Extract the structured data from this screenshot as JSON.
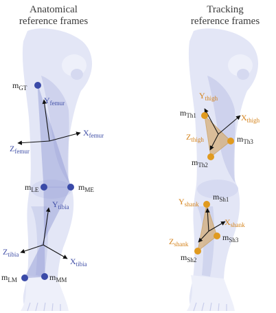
{
  "panels": {
    "left_title_line1": "Anatomical",
    "left_title_line2": "reference frames",
    "right_title_line1": "Tracking",
    "right_title_line2": "reference frames"
  },
  "colors": {
    "leg_fill": "#e3e6f6",
    "leg_shadow": "#c8cdeb",
    "anat_marker": "#3a4aa8",
    "anat_text": "#3f4ea6",
    "anat_tri_fill": "#8f97d4",
    "track_marker": "#e09a1f",
    "track_text": "#d4821a",
    "track_tri_fill": "#d7b07a",
    "axis": "#111111"
  },
  "anatomical": {
    "markers": [
      {
        "name": "m",
        "sub": "GT"
      },
      {
        "name": "m",
        "sub": "LE"
      },
      {
        "name": "m",
        "sub": "ME"
      },
      {
        "name": "m",
        "sub": "LM"
      },
      {
        "name": "m",
        "sub": "MM"
      }
    ],
    "femur_axes": [
      {
        "axis": "Y",
        "sub": "femur"
      },
      {
        "axis": "X",
        "sub": "femur"
      },
      {
        "axis": "Z",
        "sub": "femur"
      }
    ],
    "tibia_axes": [
      {
        "axis": "Y",
        "sub": "tibia"
      },
      {
        "axis": "X",
        "sub": "tibia"
      },
      {
        "axis": "Z",
        "sub": "tibia"
      }
    ]
  },
  "tracking": {
    "thigh_markers": [
      {
        "name": "m",
        "sub": "Th1"
      },
      {
        "name": "m",
        "sub": "Th2"
      },
      {
        "name": "m",
        "sub": "Th3"
      }
    ],
    "thigh_axes": [
      {
        "axis": "Y",
        "sub": "thigh"
      },
      {
        "axis": "X",
        "sub": "thigh"
      },
      {
        "axis": "Z",
        "sub": "thigh"
      }
    ],
    "shank_markers": [
      {
        "name": "m",
        "sub": "Sh1"
      },
      {
        "name": "m",
        "sub": "Sh2"
      },
      {
        "name": "m",
        "sub": "Sh3"
      }
    ],
    "shank_axes": [
      {
        "axis": "Y",
        "sub": "shank"
      },
      {
        "axis": "X",
        "sub": "shank"
      },
      {
        "axis": "Z",
        "sub": "shank"
      }
    ]
  }
}
